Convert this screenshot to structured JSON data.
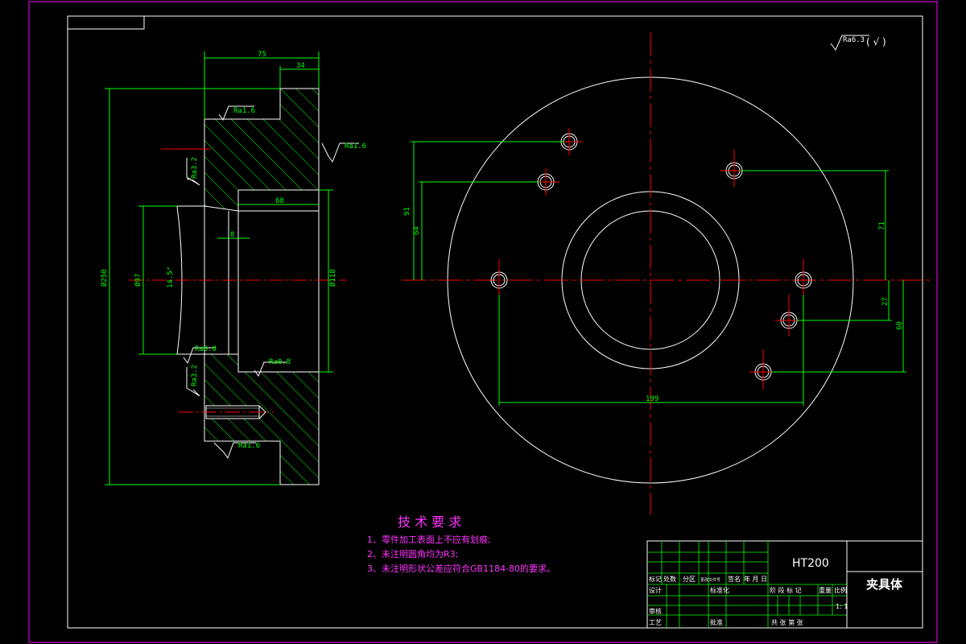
{
  "roughness_global": "Ra6.3",
  "roughness_global_paren": "( √ )",
  "section_dims": {
    "d75": "75",
    "d34": "34",
    "d68": "68",
    "d8": "8",
    "dia250": "Ø250",
    "dia97": "Ø97",
    "dia118": "Ø118",
    "angle": "14.5°"
  },
  "section_roughness": {
    "r1": "Ra1.6",
    "r2": "Ra1.6",
    "r3": "Ra3.2",
    "r4": "Ra0.8",
    "r5": "Ra0.8",
    "r6": "Ra3.2",
    "r7": "Ra1.6"
  },
  "plan_dims": {
    "d91": "91",
    "d64": "64",
    "d71": "71",
    "d27": "27",
    "d60": "60",
    "d199": "199"
  },
  "tech_req": {
    "title": "技 术 要 求",
    "items": [
      "1、零件加工表面上不应有划痕;",
      "2、未注明圆角均为R3;",
      "3、未注明形状公差应符合GB1184-80的要求。"
    ]
  },
  "title_block": {
    "material": "HT200",
    "part_name": "夹具体",
    "row_labels": [
      "标记",
      "处数",
      "分区",
      "更改文件号",
      "签名",
      "年 月 日"
    ],
    "design": "设计",
    "standard": "标准化",
    "stage_header": "阶 段 标 记",
    "weight": "重量",
    "scale": "比例",
    "scale_value": "1: 1",
    "review": "审核",
    "craft": "工艺",
    "approve": "批准",
    "sheets": "共    张  第    张"
  }
}
